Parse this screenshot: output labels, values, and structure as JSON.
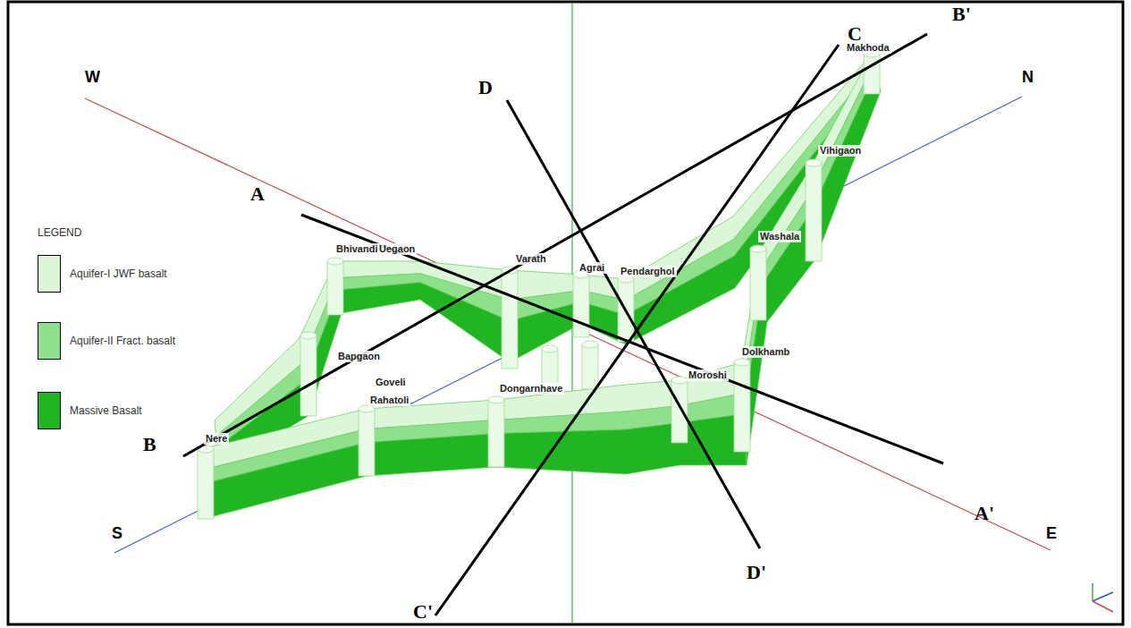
{
  "diagram": {
    "labels": [
      "A",
      "A'",
      "B",
      "B'",
      "C",
      "C'",
      "D",
      "D'",
      "W",
      "N",
      "S",
      "E",
      "LEGEND",
      "Makhoda",
      "Vihigaon",
      "Washala",
      "Bhivandi",
      "Uegaon",
      "Varath",
      "Agrai",
      "Pendarghol",
      "Bapgaon",
      "Goveli",
      "Rahatoli",
      "Dongarnhave",
      "Nere",
      "Dolkhamb",
      "Moroshi"
    ],
    "legend": [
      {
        "text": "Aquifer-I JWF basalt",
        "color": "#dcf6d8"
      },
      {
        "text": "Aquifer-II Fract. basalt",
        "color": "#8fe08b"
      },
      {
        "text": "Massive Basalt",
        "color": "#22b522"
      }
    ]
  }
}
